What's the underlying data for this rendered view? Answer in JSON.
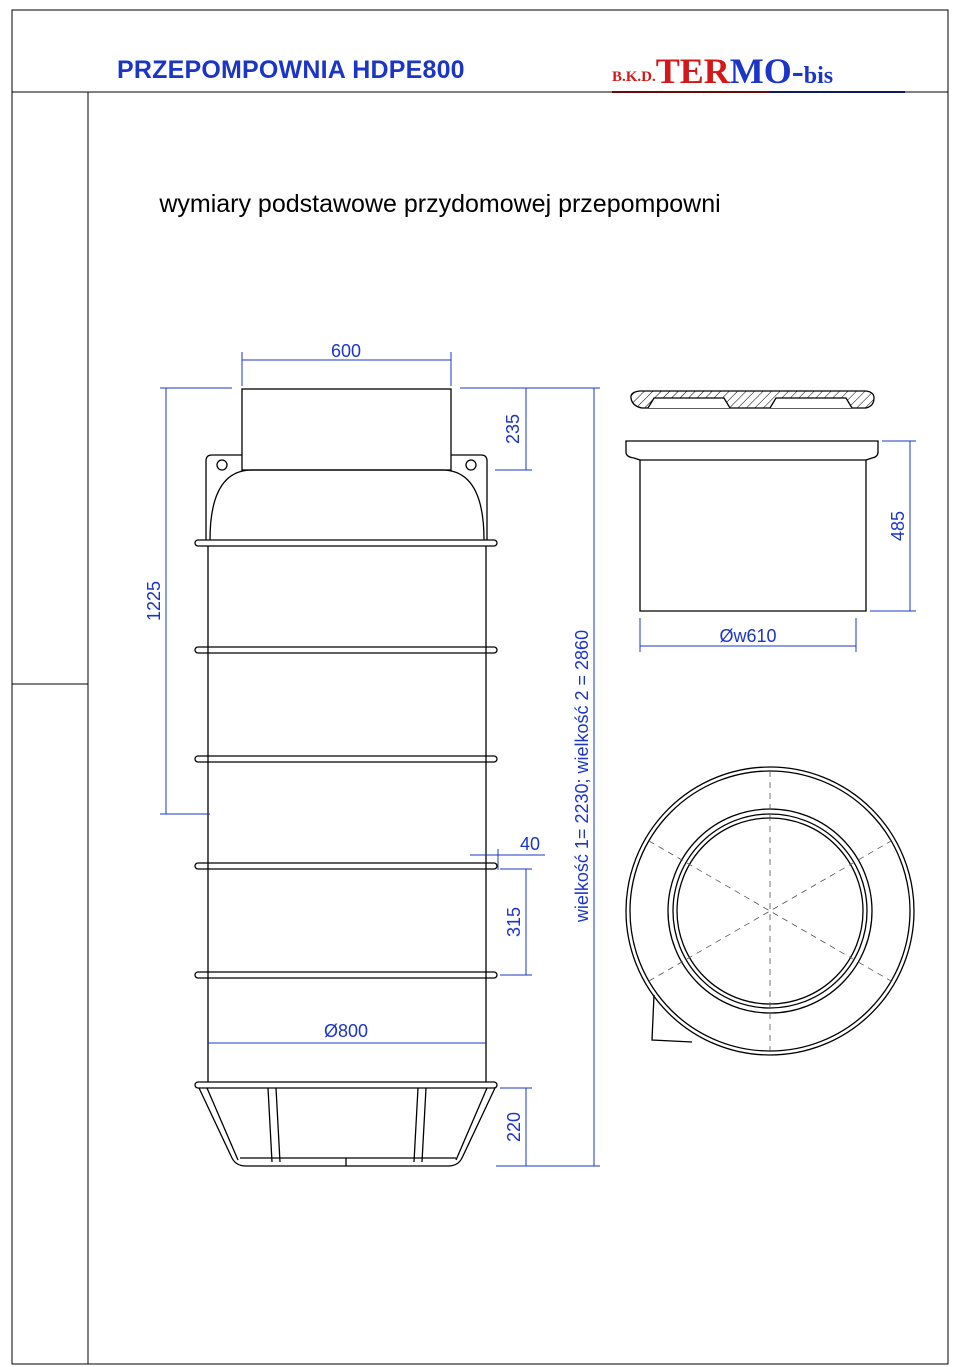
{
  "header": {
    "title": "PRZEPOMPOWNIA HDPE800",
    "brand_prefix": "B.K.D.",
    "brand_ter": "TER",
    "brand_mo": "MO",
    "brand_dash": "-",
    "brand_suffix": "bis"
  },
  "drawing": {
    "subtitle": "wymiary podstawowe przydomowej przepompowni",
    "dims": {
      "top_width": "600",
      "neck_height": "235",
      "upper_height": "1225",
      "rib_spacing": "40",
      "rib_pitch": "315",
      "diameter": "Ø800",
      "base_height": "220",
      "total_height": "wielkość 1= 2230; wielkość 2 = 2860",
      "ext_height": "485",
      "ext_diameter": "Øw610"
    }
  },
  "colors": {
    "title_blue": "#1b35c8",
    "brand_red": "#d21818",
    "dimension_blue": "#1b35c8",
    "line_black": "#000000"
  }
}
